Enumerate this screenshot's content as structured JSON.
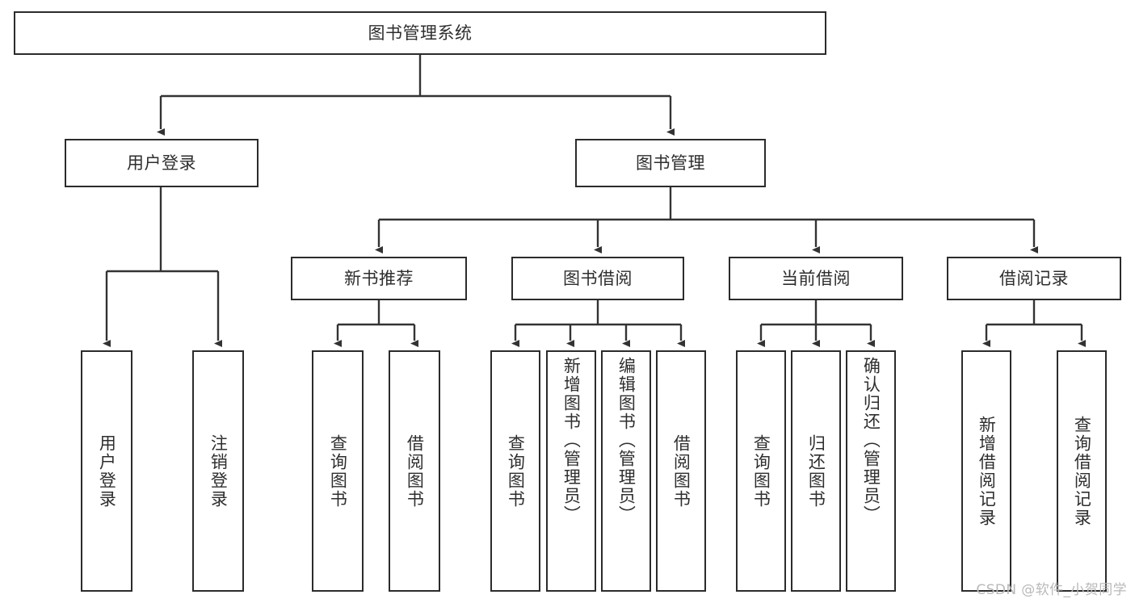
{
  "diagram": {
    "title": "图书管理系统",
    "colors": {
      "box_border": "#2b2b2b",
      "connector": "#333333",
      "text": "#2e2e2e",
      "background": "#ffffff",
      "watermark": "#b9b9b9"
    },
    "root": {
      "label": "图书管理系统"
    },
    "level2": [
      {
        "label": "用户登录"
      },
      {
        "label": "图书管理"
      }
    ],
    "level3": [
      {
        "label": "新书推荐"
      },
      {
        "label": "图书借阅"
      },
      {
        "label": "当前借阅"
      },
      {
        "label": "借阅记录"
      }
    ],
    "leaves": {
      "user_login": [
        {
          "label": "用户登录"
        },
        {
          "label": "注销登录"
        }
      ],
      "new_book_recommend": [
        {
          "label": "查询图书"
        },
        {
          "label": "借阅图书"
        }
      ],
      "book_borrow": [
        {
          "label": "查询图书"
        },
        {
          "label": "新增图书（管理员）"
        },
        {
          "label": "编辑图书（管理员）"
        },
        {
          "label": "借阅图书"
        }
      ],
      "current_borrow": [
        {
          "label": "查询图书"
        },
        {
          "label": "归还图书"
        },
        {
          "label": "确认归还（管理员）"
        }
      ],
      "borrow_record": [
        {
          "label": "新增借阅记录"
        },
        {
          "label": "查询借阅记录"
        }
      ]
    }
  },
  "watermark": {
    "text": "CSDN @软件_小贺同学"
  }
}
